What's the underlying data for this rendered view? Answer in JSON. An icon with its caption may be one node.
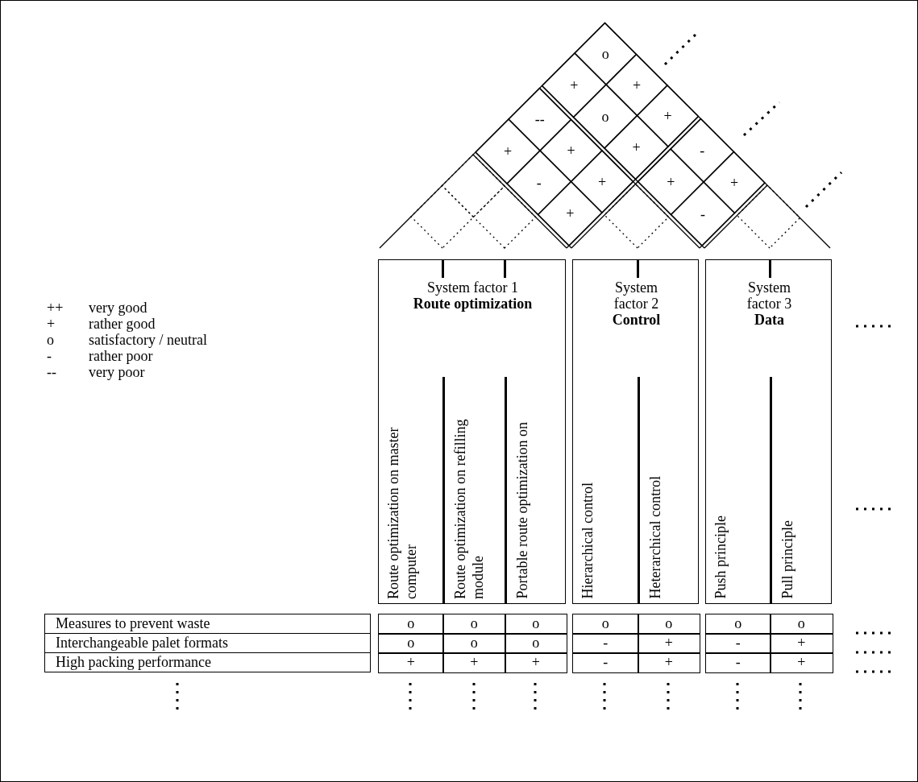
{
  "diagram": {
    "nodes": [
      {
        "text": [
          "System factor 1",
          "Route optimization"
        ]
      },
      {
        "text": [
          "Route optimization on master computer"
        ],
        "in": 0
      },
      {
        "text": [
          "Route optimization on refilling module"
        ],
        "in": 0
      },
      {
        "text": [
          "Portable route optimization on"
        ],
        "in": 0
      },
      {
        "text": [
          "System factor 2",
          "Control"
        ]
      },
      {
        "text": [
          "Hierarchical control"
        ],
        "in": 4
      },
      {
        "text": [
          "Heterarchical control"
        ],
        "in": 4
      },
      {
        "text": [
          "System factor 3",
          "Data"
        ]
      },
      {
        "text": [
          "Push principle"
        ],
        "in": 7
      },
      {
        "text": [
          "Pull principle"
        ],
        "in": 7
      },
      {
        "text": [
          "Measures to prevent waste"
        ]
      },
      {
        "text": [
          "Interchangeable palet formats"
        ]
      },
      {
        "text": [
          "High packing performance"
        ]
      }
    ],
    "labels": [
      "o",
      "+",
      "+",
      "--",
      "o",
      "+",
      "+",
      "+",
      "+",
      "-",
      "-",
      "+",
      "+",
      "+",
      "+",
      "-",
      "++",
      "very good",
      "+",
      "rather good",
      "o",
      "satisfactory / neutral",
      "-",
      "rather poor",
      "--",
      "very poor",
      "o",
      "o",
      "o",
      "o",
      "o",
      "o",
      "o",
      "o",
      "o",
      "o",
      "-",
      "+",
      "-",
      "+",
      "+",
      "+",
      "+",
      "-",
      "+",
      "-",
      "+"
    ]
  }
}
